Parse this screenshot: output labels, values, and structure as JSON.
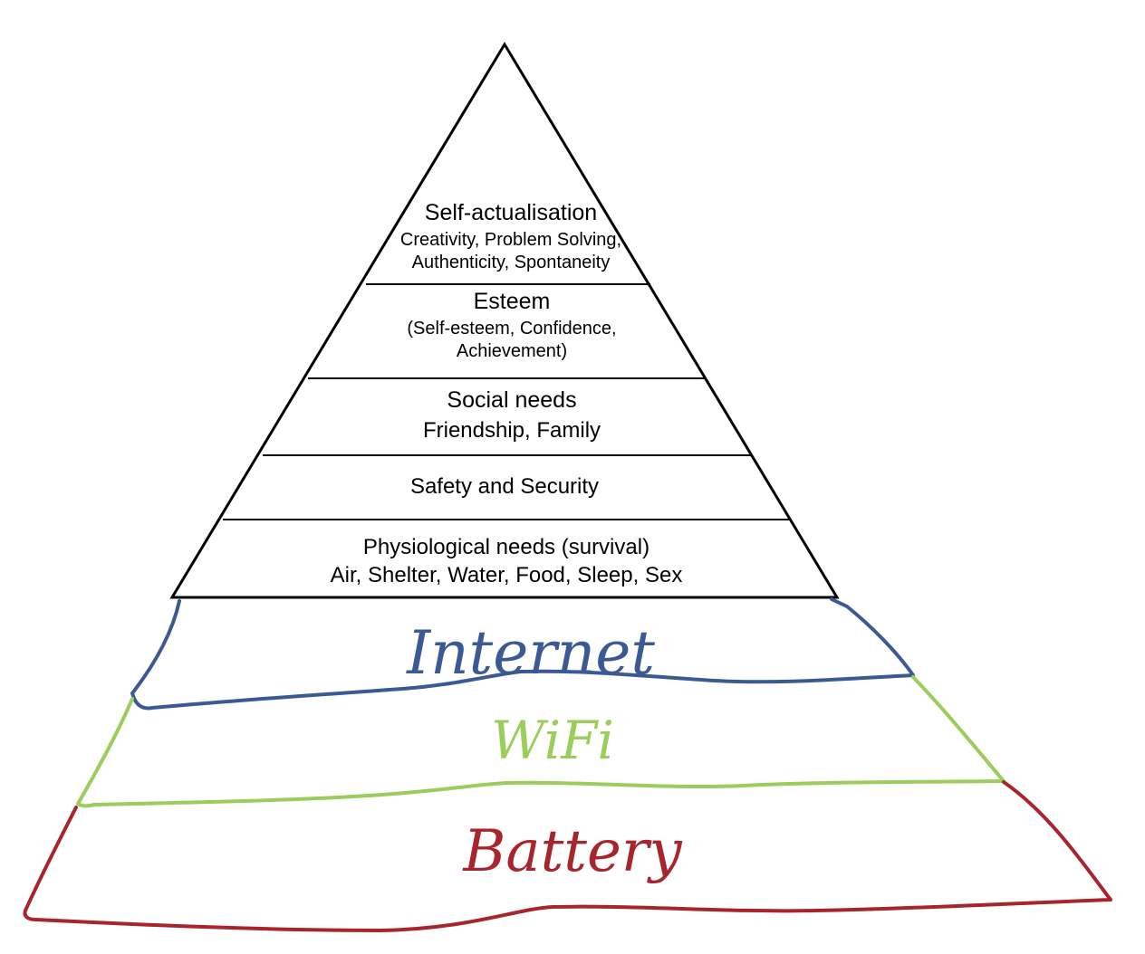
{
  "pyramid": {
    "tiers": [
      {
        "title": "Self-actualisation",
        "lines": [
          "Creativity, Problem Solving,",
          "Authenticity, Spontaneity"
        ]
      },
      {
        "title": "Esteem",
        "lines": [
          "(Self-esteem, Confidence,",
          "Achievement)"
        ]
      },
      {
        "title": "Social needs",
        "lines": [
          "Friendship, Family"
        ]
      },
      {
        "title": "Safety and Security",
        "lines": []
      },
      {
        "title": "Physiological needs (survival)",
        "lines": [
          "Air, Shelter, Water, Food, Sleep, Sex"
        ]
      }
    ]
  },
  "added_layers": [
    {
      "label": "Internet",
      "color": "#3b5a94"
    },
    {
      "label": "WiFi",
      "color": "#9acd5c"
    },
    {
      "label": "Battery",
      "color": "#a8252d"
    }
  ]
}
